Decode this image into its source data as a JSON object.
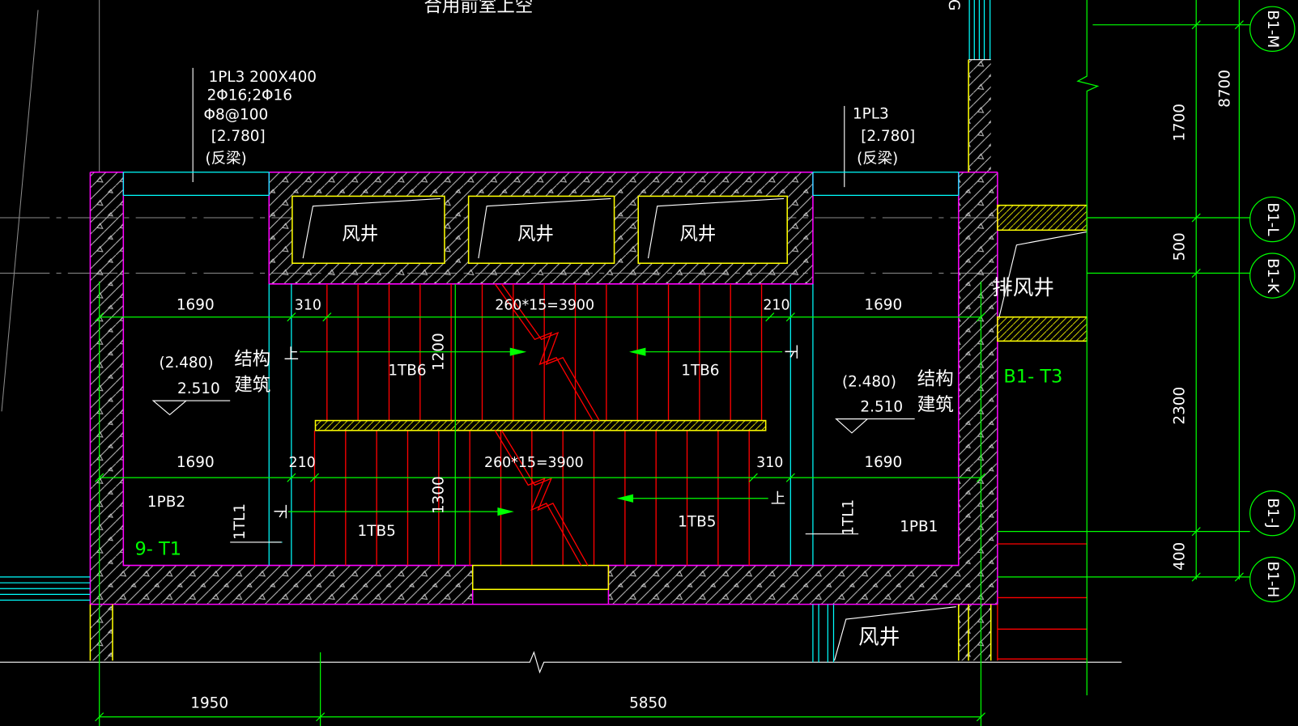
{
  "colors": {
    "background": "#000000",
    "wall": "#ff00ff",
    "opening": "#00ffff",
    "stair": "#ff0000",
    "dimension": "#00ff00",
    "beam": "#ffff00",
    "text": "#ffffff",
    "hatch": "#bdbdbd"
  },
  "drawing": {
    "top_label": "合用前室上空",
    "top_right_fragment": "G",
    "beam_left": {
      "spec": "1PL3 200X400",
      "main_bars": "2Φ16;2Φ16",
      "stirrups": "Φ8@100",
      "elevation": "[2.780]",
      "note": "(反梁)"
    },
    "beam_right": {
      "spec": "1PL3",
      "elevation": "[2.780]",
      "note": "(反梁)"
    },
    "shafts": [
      "风井",
      "风井",
      "风井"
    ],
    "exhaust_shaft": "排风井",
    "lower_shaft": "风井",
    "upper_dims": [
      "1690",
      "310",
      "260*15=3900",
      "210",
      "1690"
    ],
    "lower_dims": [
      "1690",
      "210",
      "260*15=3900",
      "310",
      "1690"
    ],
    "upper_width": "1200",
    "lower_width": "1300",
    "left_landing": {
      "structural_level": "(2.480)",
      "architectural_level": "2.510",
      "structural_label": "结构",
      "architectural_label": "建筑"
    },
    "right_landing": {
      "structural_level": "(2.480)",
      "architectural_level": "2.510",
      "structural_label": "结构",
      "architectural_label": "建筑"
    },
    "flights": {
      "upper_left": "1TB6",
      "upper_right": "1TB6",
      "lower_left": "1TB5",
      "lower_right": "1TB5"
    },
    "directions": {
      "upper_left": "上",
      "upper_right": "下",
      "lower_left": "下",
      "lower_right": "上"
    },
    "slabs": {
      "left": "1PB2",
      "right": "1PB1"
    },
    "landing_beams": {
      "left": "1TL1",
      "right": "1TL1"
    },
    "stair_ids": {
      "left": "9- T1",
      "right": "B1- T3"
    },
    "axis_dims": {
      "total": "8700",
      "segments": [
        "1700",
        "500",
        "2300",
        "400"
      ]
    },
    "axes": [
      "B1-M",
      "B1-L",
      "B1-K",
      "B1-J",
      "B1-H"
    ],
    "bottom_dims": [
      "1950",
      "5850"
    ]
  }
}
